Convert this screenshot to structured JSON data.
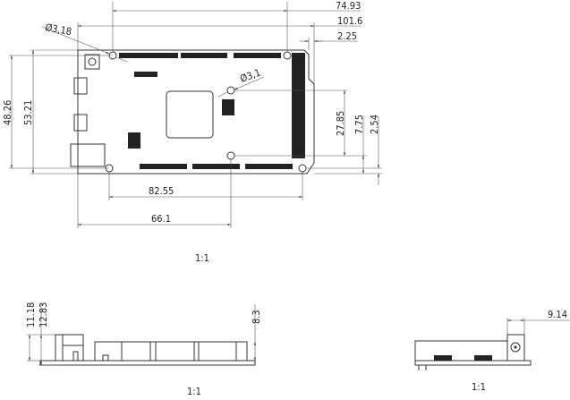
{
  "top_view": {
    "dimensions": {
      "holes_span_top": "74.93",
      "board_length": "101.6",
      "edge_offset": "2.25",
      "hole_diameter_large": "Ø3,18",
      "hole_diameter_small": "Ø3,1",
      "holes_span_vertical": "48.26",
      "board_width": "53.21",
      "inner_holes_span": "27.85",
      "inner_hole_offset": "7.75",
      "bottom_hole_offset": "2.54",
      "holes_span_bottom": "82.55",
      "inner_hole_x": "66.1"
    },
    "scale": "1:1"
  },
  "side_view": {
    "dimensions": {
      "usb_height": "11.18",
      "total_height": "12.83",
      "header_height": "8.3"
    },
    "scale": "1:1"
  },
  "end_view": {
    "dimensions": {
      "jack_width": "9.14"
    },
    "scale": "1:1"
  }
}
